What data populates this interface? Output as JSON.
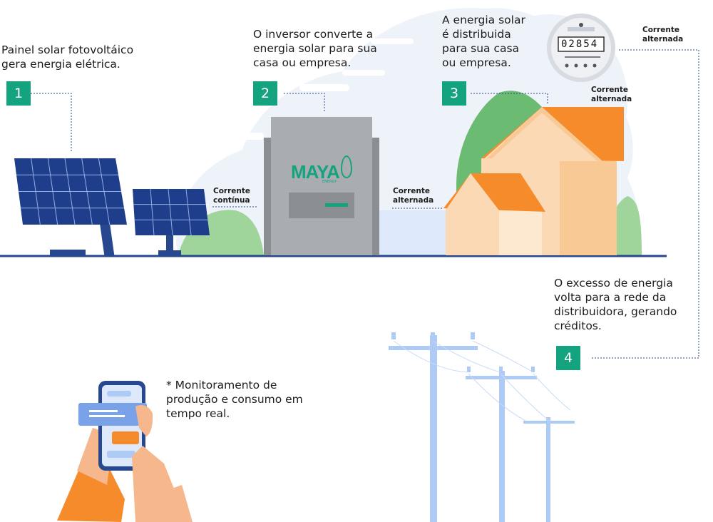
{
  "steps": [
    {
      "number": "1",
      "text": "Painel solar fotovoltáico\ngera energia elétrica."
    },
    {
      "number": "2",
      "text": "O inversor converte a\nenergia solar para sua\ncasa ou empresa."
    },
    {
      "number": "3",
      "text": "A energia solar\né distribuida\npara sua casa\nou empresa."
    },
    {
      "number": "4",
      "text": "O excesso de energia\nvolta para a rede da\ndistribuidora, gerando\ncréditos."
    }
  ],
  "labels": {
    "dc_current": "Corrente\ncontínua",
    "ac_current_inverter": "Corrente\nalternada",
    "ac_current_house": "Corrente\nalternada",
    "ac_current_meter": "Corrente\nalternada"
  },
  "inverter_brand": "MAYA",
  "inverter_brand_sub": "ENERGY",
  "meter_reading": "02854",
  "monitoring_note": "* Monitoramento de\nprodução e consumo em\ntempo real.",
  "colors": {
    "accent_green": "#14a37f",
    "panel_blue": "#27478f",
    "roof_orange": "#f68b2c",
    "house_wall": "#fbd9b4",
    "pole_blue": "#aecbf5"
  }
}
